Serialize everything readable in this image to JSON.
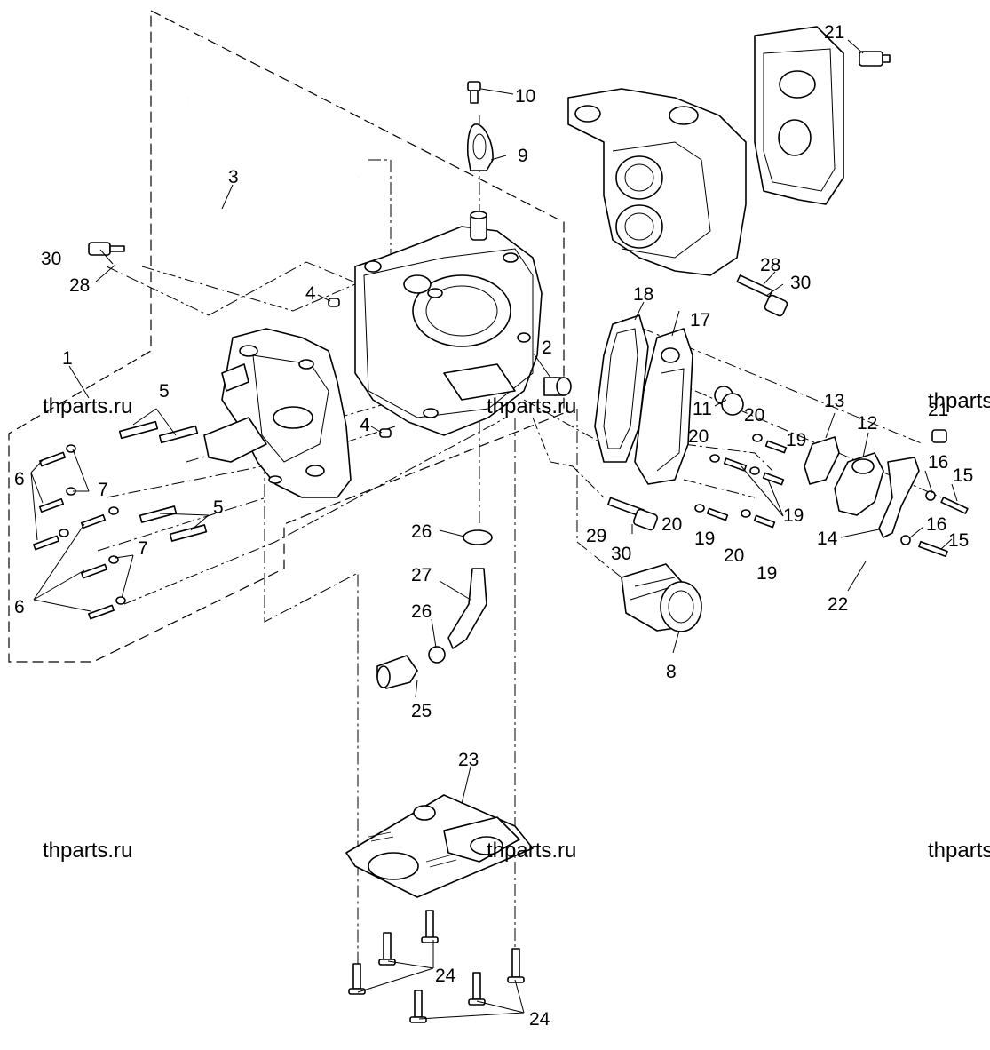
{
  "watermark": "thparts.ru",
  "callouts": {
    "c1": "1",
    "c2": "2",
    "c3": "3",
    "c4a": "4",
    "c4b": "4",
    "c5a": "5",
    "c5b": "5",
    "c6a": "6",
    "c6b": "6",
    "c7a": "7",
    "c7b": "7",
    "c8": "8",
    "c9": "9",
    "c10": "10",
    "c11": "11",
    "c12": "12",
    "c13": "13",
    "c14": "14",
    "c15a": "15",
    "c15b": "15",
    "c16a": "16",
    "c16b": "16",
    "c17": "17",
    "c18": "18",
    "c19a": "19",
    "c19b": "19",
    "c19c": "19",
    "c19d": "19",
    "c20a": "20",
    "c20b": "20",
    "c20c": "20",
    "c20d": "20",
    "c21a": "21",
    "c21b": "21",
    "c22": "22",
    "c23": "23",
    "c24a": "24",
    "c24b": "24",
    "c25": "25",
    "c26a": "26",
    "c26b": "26",
    "c27": "27",
    "c28a": "28",
    "c28b": "28",
    "c29": "29",
    "c30a": "30",
    "c30b": "30",
    "c30c": "30"
  }
}
